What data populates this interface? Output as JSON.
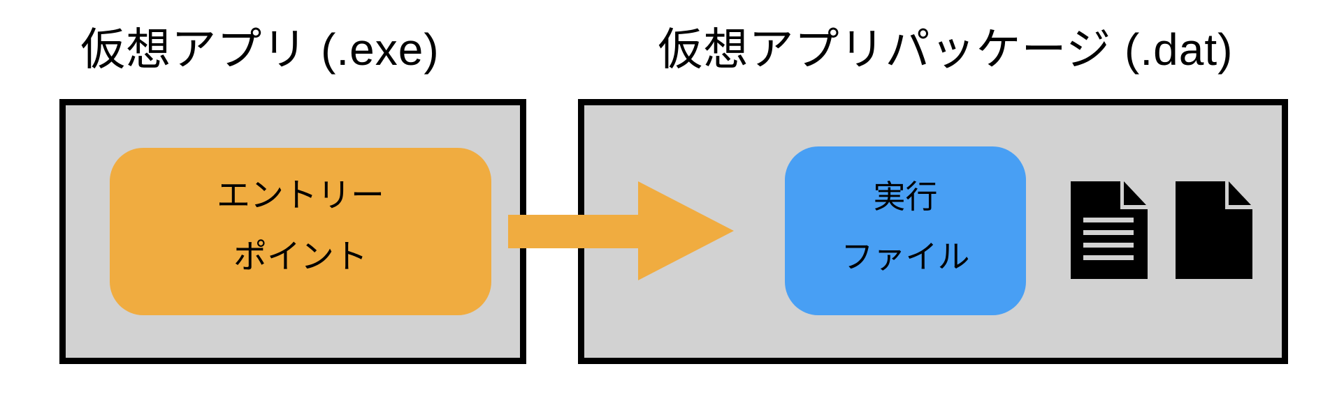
{
  "colors": {
    "page_background": "#ffffff",
    "box_fill": "#d2d2d2",
    "box_border": "#000000",
    "accent_orange": "#f0ac40",
    "accent_blue": "#489ff4",
    "text": "#000000",
    "doc_icon_fill": "#000000",
    "doc_icon_text_lines": "#d2d2d2"
  },
  "left_group": {
    "title": "仮想アプリ (.exe)",
    "node": {
      "lines": [
        "エントリー",
        "ポイント"
      ],
      "fill": "#f0ac40"
    }
  },
  "arrow": {
    "direction": "right",
    "fill": "#f0ac40"
  },
  "right_group": {
    "title": "仮想アプリパッケージ (.dat)",
    "node": {
      "lines": [
        "実行",
        "ファイル"
      ],
      "fill": "#489ff4"
    },
    "icons": [
      {
        "name": "doc-text-icon",
        "style": "document with text lines and folded corner"
      },
      {
        "name": "doc-icon",
        "style": "solid document with folded corner"
      }
    ]
  }
}
